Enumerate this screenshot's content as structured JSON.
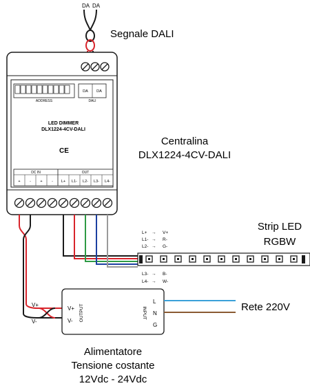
{
  "dali_inputs": [
    "DA",
    "DA"
  ],
  "segnale_label": "Segnale DALI",
  "controller": {
    "address_label": "ADDRESS",
    "dali_terminals": [
      "DA",
      "DA"
    ],
    "dali_label": "DALI",
    "product_name": "LED DIMMER",
    "model": "DLX1224-4CV-DALI",
    "ce_mark": "CE",
    "dcin_label": "DC IN",
    "out_label": "OUT",
    "terminals": [
      "+",
      "-",
      "+",
      "-",
      "L+",
      "L1-",
      "L2-",
      "L3-",
      "L4-"
    ]
  },
  "controller_caption": {
    "line1": "Centralina",
    "line2": "DLX1224-4CV-DALI"
  },
  "strip_caption": {
    "line1": "Strip LED",
    "line2": "RGBW"
  },
  "strip_map_top": [
    {
      "from": "L+",
      "to": "V+"
    },
    {
      "from": "L1-",
      "to": "R-"
    },
    {
      "from": "L2-",
      "to": "G-"
    }
  ],
  "strip_map_bottom": [
    {
      "from": "L3-",
      "to": "B-"
    },
    {
      "from": "L4-",
      "to": "W-"
    }
  ],
  "psu": {
    "output_label": "OUTPUT",
    "input_label": "INPUT",
    "out_vplus": "V+",
    "out_vminus": "V-",
    "in_l": "L",
    "in_n": "N",
    "in_g": "G",
    "wire_vplus": "V+",
    "wire_vminus": "V-"
  },
  "rete_label": "Rete 220V",
  "psu_caption": {
    "line1": "Alimentatore",
    "line2": "Tensione costante",
    "line3": "12Vdc - 24Vdc"
  },
  "wire_colors": {
    "red": "#d8232a",
    "black": "#1a1a1a",
    "green": "#2e9a44",
    "blue": "#1b3fa0",
    "gray": "#9a9a9a",
    "mains_blue": "#3aa0d8",
    "mains_brown": "#8a5a32"
  }
}
